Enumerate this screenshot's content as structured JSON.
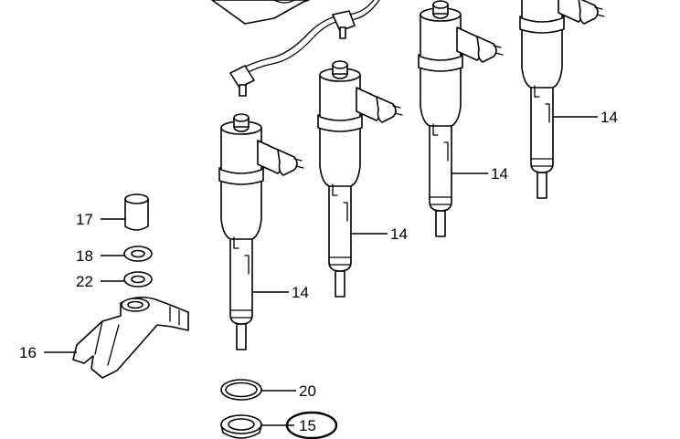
{
  "callouts": {
    "injector_1": "14",
    "injector_2": "14",
    "injector_3": "14",
    "injector_4": "14",
    "collar": "17",
    "washer_upper": "18",
    "washer_lower": "22",
    "clamp": "16",
    "o_ring": "20",
    "seal": "15"
  },
  "highlight": {
    "target": "seal",
    "color": "#000000"
  }
}
